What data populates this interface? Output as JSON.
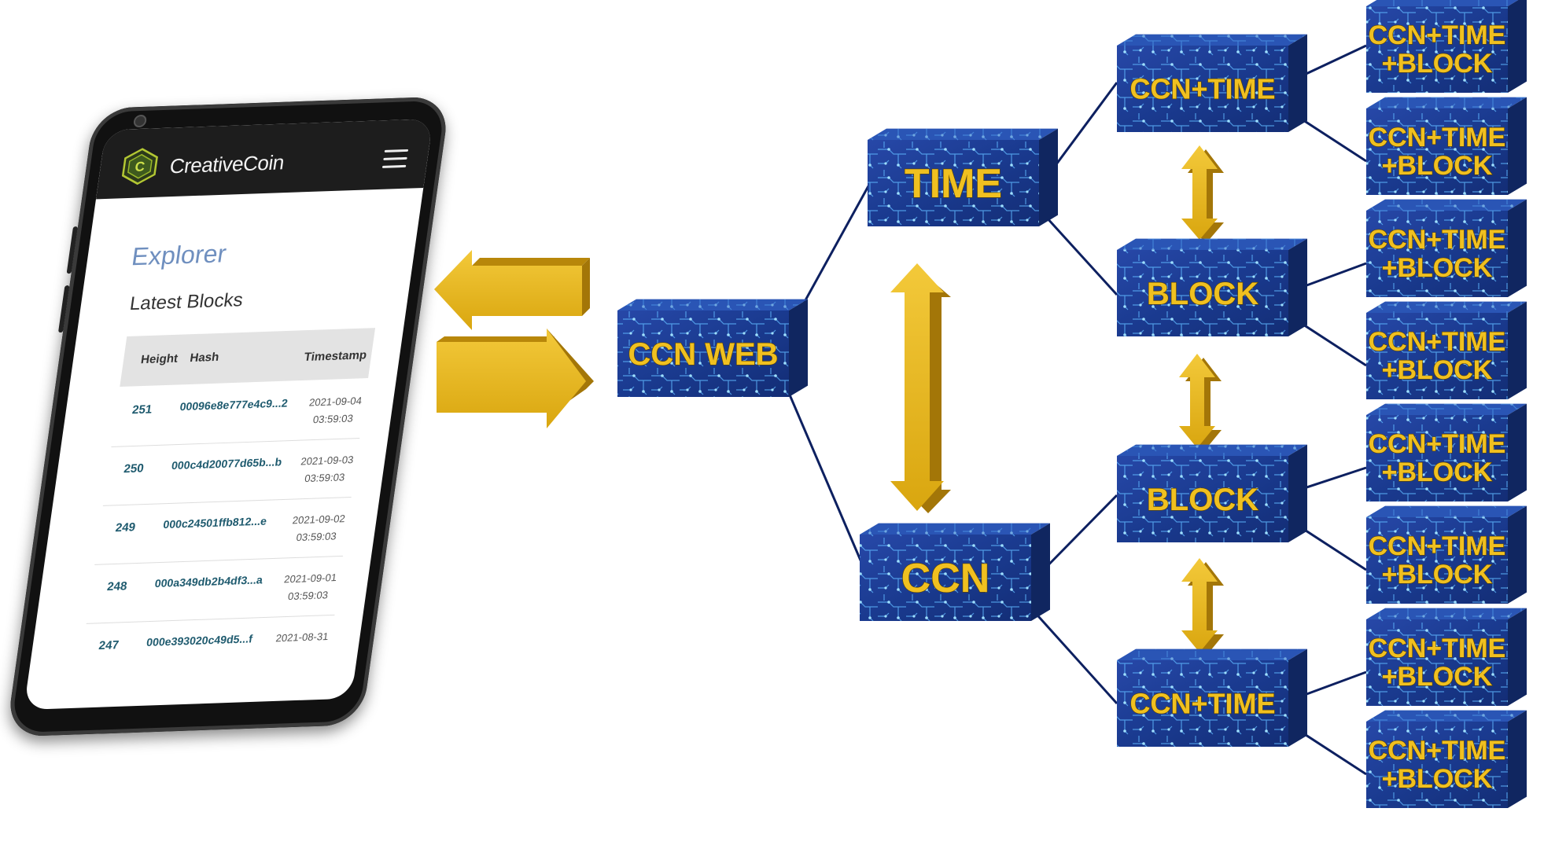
{
  "phone": {
    "app_name": "CreativeCoin",
    "page_title": "Explorer",
    "section_title": "Latest Blocks",
    "columns": [
      "Height",
      "Hash",
      "Timestamp"
    ],
    "blocks": [
      {
        "height": "251",
        "hash": "00096e8e777e4c9...2",
        "date": "2021-09-04",
        "time": "03:59:03"
      },
      {
        "height": "250",
        "hash": "000c4d20077d65b...b",
        "date": "2021-09-03",
        "time": "03:59:03"
      },
      {
        "height": "249",
        "hash": "000c24501ffb812...e",
        "date": "2021-09-02",
        "time": "03:59:03"
      },
      {
        "height": "248",
        "hash": "000a349db2b4df3...a",
        "date": "2021-09-01",
        "time": "03:59:03"
      },
      {
        "height": "247",
        "hash": "000e393020c49d5...f",
        "date": "2021-08-31",
        "time": ""
      }
    ]
  },
  "diagram": {
    "colors": {
      "box_front": "#1a3a8f",
      "box_top": "#2a55b5",
      "box_side": "#102660",
      "label": "#f0c020",
      "connector": "#0d2060",
      "arrow": "#e0b020"
    },
    "nodes": {
      "ccn_web": "CCN WEB",
      "time": "TIME",
      "ccn": "CCN",
      "ccn_time_top": "CCN+TIME",
      "block_upper": "BLOCK",
      "block_lower": "BLOCK",
      "ccn_time_bottom": "CCN+TIME",
      "leaf_line1": "CCN+TIME",
      "leaf_line2": "+BLOCK"
    }
  }
}
